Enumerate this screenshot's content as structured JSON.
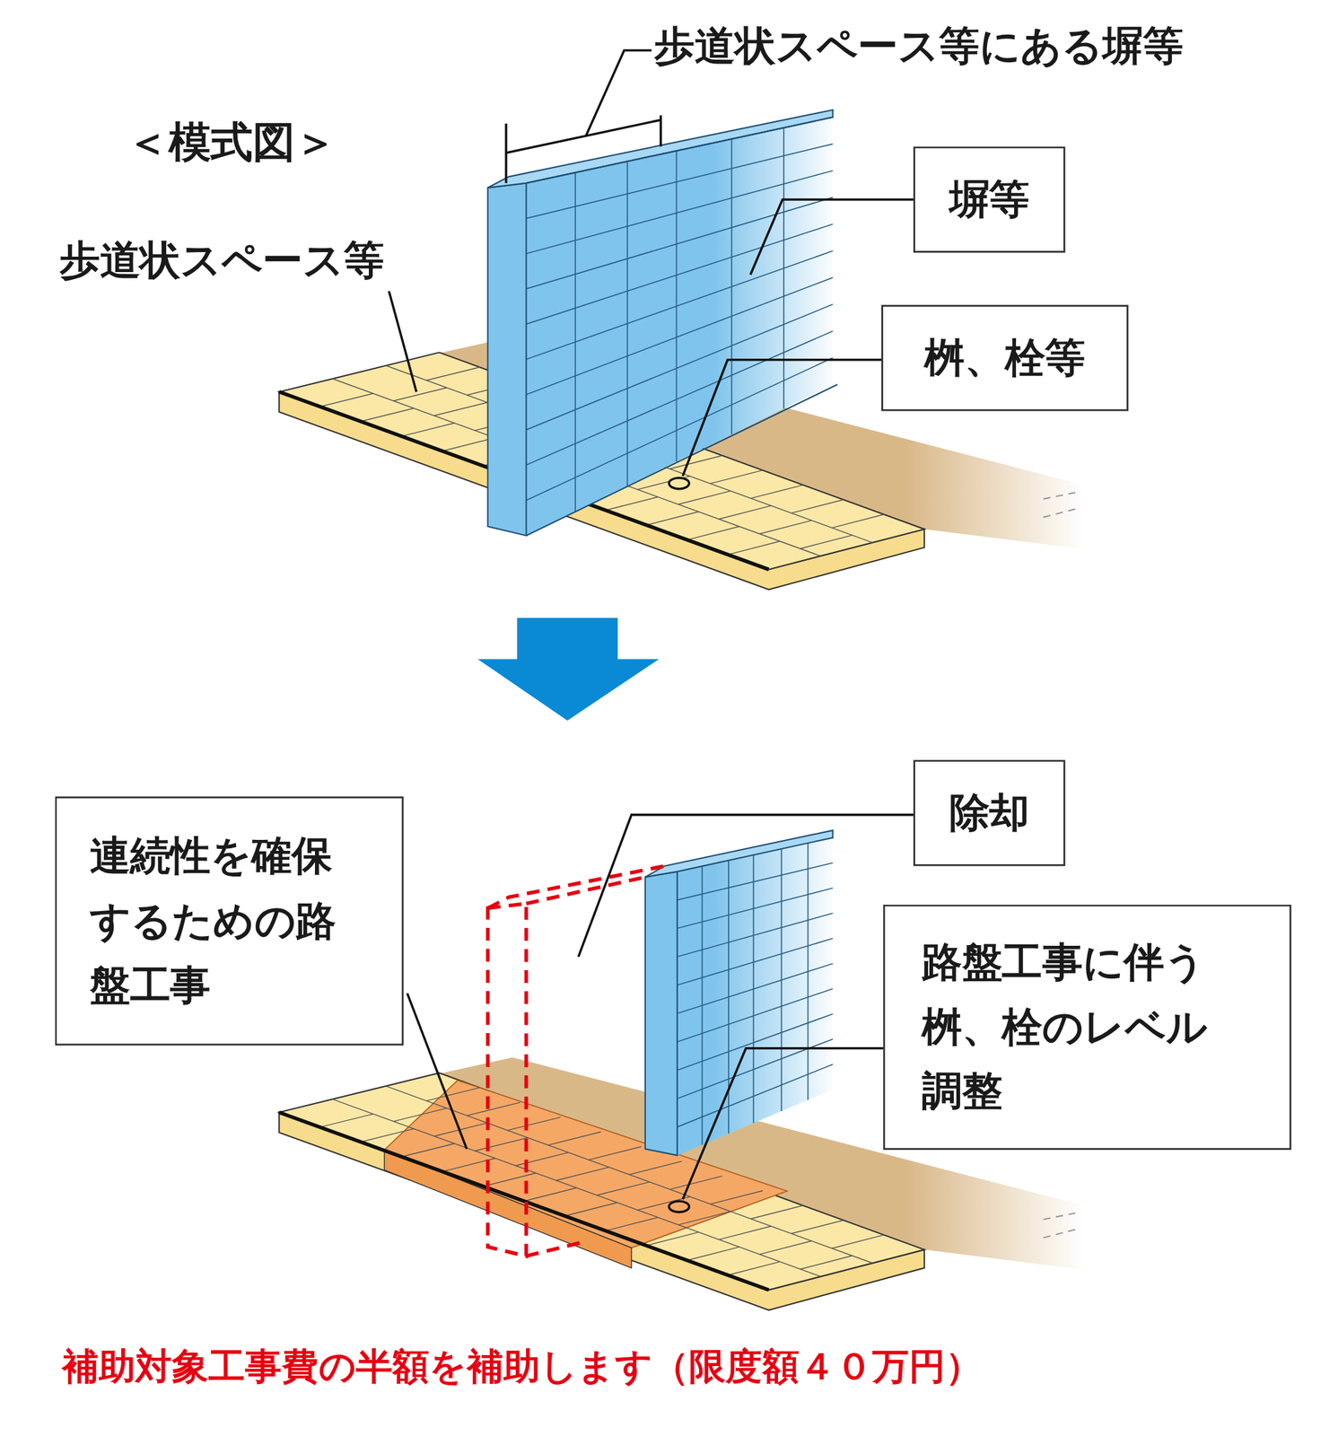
{
  "diagram": {
    "title": "＜模式図＞",
    "caption": "補助対象工事費の半額を補助します（限度額４０万円）",
    "nodes": [
      {
        "text": [
          "塀等"
        ]
      },
      {
        "text": [
          "桝、栓等"
        ]
      },
      {
        "text": [
          "除却"
        ]
      },
      {
        "text": [
          "連続性を確保 するための路 盤工事"
        ]
      },
      {
        "text": [
          "路盤工事に伴う 桝、栓のレベル 調整"
        ]
      }
    ],
    "labels": [
      "歩道状スペース等にある塀等",
      "歩道状スペース等"
    ]
  }
}
